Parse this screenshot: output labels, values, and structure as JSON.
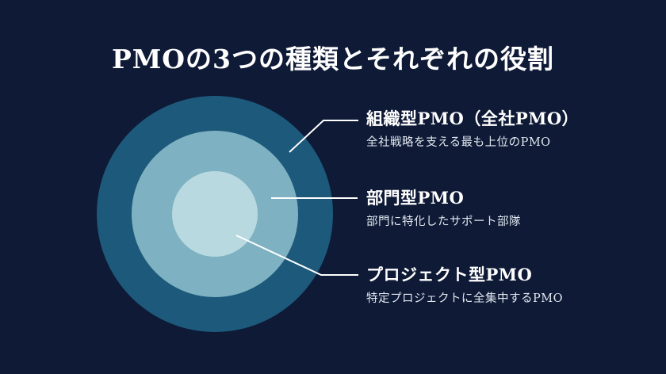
{
  "title": "PMOの3つの種類とそれぞれの役割",
  "colors": {
    "background": "#0e1a36",
    "outer_ring": "#1d597b",
    "middle_ring": "#7eb1c1",
    "inner_ring": "#b9d9e1",
    "connector": "#ffffff",
    "heading_text": "#ffffff",
    "description_text": "#e2e8f0"
  },
  "rings": [
    {
      "id": "organizational",
      "label": "組織型PMO（全社PMO）",
      "description": "全社戦略を支える最も上位のPMO",
      "color": "#1d597b"
    },
    {
      "id": "departmental",
      "label": "部門型PMO",
      "description": "部門に特化したサポート部隊",
      "color": "#7eb1c1"
    },
    {
      "id": "project",
      "label": "プロジェクト型PMO",
      "description": "特定プロジェクトに全集中するPMO",
      "color": "#b9d9e1"
    }
  ]
}
